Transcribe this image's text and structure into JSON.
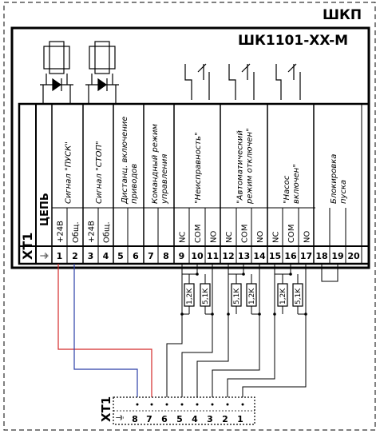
{
  "outer_box_label": "ШКП",
  "device_label": "ШК1101-XX-M",
  "terminal_block_label": "XT1",
  "circuit_header": "ЦЕПЬ",
  "ground_symbol": "⏚",
  "groups": [
    {
      "label": "Сигнал \"ПУСК\""
    },
    {
      "label": "Сигнал \"СТОП\""
    },
    {
      "label": "Дистанц. включение приводов"
    },
    {
      "label": "Командный режим управления"
    },
    {
      "label": "\"Неисправность\""
    },
    {
      "label": "\"Автоматический режим отключен\""
    },
    {
      "label": "\"Насос включен\""
    },
    {
      "label": "Блокировка пуска"
    }
  ],
  "pin_functions": [
    "+24В",
    "Общ.",
    "+24В",
    "Общ.",
    "",
    "",
    "",
    "",
    "NC",
    "COM",
    "NO",
    "NC",
    "COM",
    "NO",
    "NC",
    "COM",
    "NO",
    "",
    "",
    ""
  ],
  "pin_numbers": [
    "1",
    "2",
    "3",
    "4",
    "5",
    "6",
    "7",
    "8",
    "9",
    "10",
    "11",
    "12",
    "13",
    "14",
    "15",
    "16",
    "17",
    "18",
    "19",
    "20"
  ],
  "resistors": [
    "1,2K",
    "5,1K",
    "5,1K",
    "1,2K",
    "1,2K",
    "5,1K"
  ],
  "bottom_terminal_label": "XT1",
  "bottom_pins": [
    "8",
    "7",
    "6",
    "5",
    "4",
    "3",
    "2",
    "1"
  ],
  "colors": {
    "red_wire": "#d42a2a",
    "blue_wire": "#2c3fa8",
    "line": "#000000"
  }
}
